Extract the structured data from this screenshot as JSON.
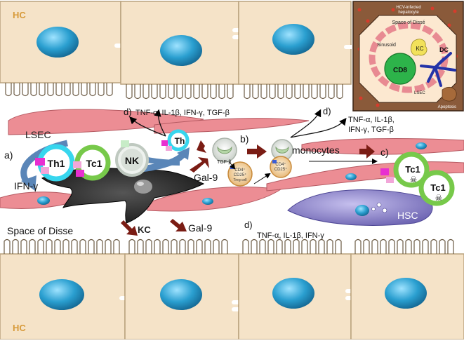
{
  "labels": {
    "hc_top": "HC",
    "hc_bottom": "HC",
    "lsec": "LSEC",
    "space_of_disse": "Space of Disse",
    "kc": "KC",
    "hsc": "HSC",
    "nk": "NK",
    "th": "Th",
    "th1": "Th1",
    "tc1_a": "Tc1",
    "tc1_c1": "Tc1",
    "tc1_c2": "Tc1",
    "ifn_gamma": "IFN-γ",
    "gal9_center": "Gal-9",
    "gal9_bottom": "Gal-9",
    "monocytes": "monocytes",
    "tgf_beta": "TGF-β",
    "treg_text_1": "CD4⁺",
    "treg_text_2": "CD25⁺",
    "treg_text_3": "Treg cell"
  },
  "steps": {
    "a": "a)",
    "b": "b)",
    "c": "c)",
    "d1": "d)",
    "d2": "d)",
    "d3": "d)"
  },
  "cytokines": {
    "d1": "TNF-α, IL-1β, IFN-γ, TGF-β",
    "d2_line1": "TNF-α, IL-1β,",
    "d2_line2": "IFN-γ, TGF-β",
    "d3": "TNF-α, IL-1β, IFN-γ"
  },
  "inset": {
    "title_line1": "HCV-infected",
    "title_line2": "hepatocyte",
    "space_of_disse": "Space of Dissé",
    "sinusoid": "Sinusoid",
    "kc": "KC",
    "dc": "DC",
    "cd8": "CD8",
    "lsec": "LSEC",
    "apoptosis": "Apoptosis"
  },
  "colors": {
    "hepatocyte": "#f5e3c8",
    "hepatocyte_edge": "#b9a27d",
    "nucleus": "#2a9fd0",
    "lsec": "#ec8d94",
    "kupffer": "#2c2c2c",
    "hsc": "#8f86c9",
    "th1_ring": "#37d6ee",
    "tc1_ring": "#77c94a",
    "dark_arrow": "#7a1c14",
    "blue_arrow": "#5a86b8",
    "inset_bg": "#8a5a3a"
  }
}
